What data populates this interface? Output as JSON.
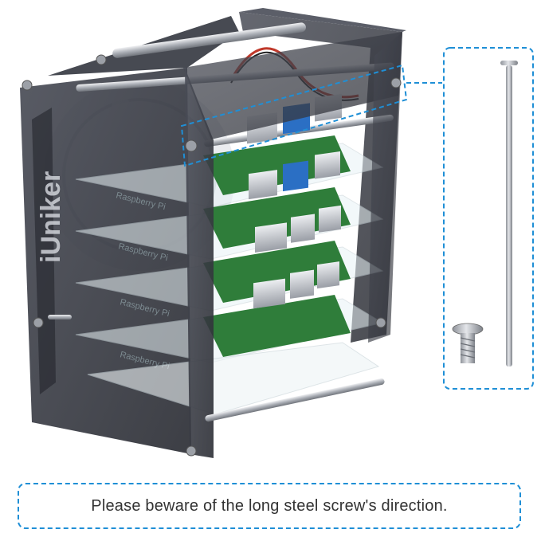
{
  "photo": {
    "subject": "stacked-board-case-with-fan",
    "case_logo": "iUniker",
    "board_silkscreen": [
      "Raspberry Pi",
      "Raspberry Pi",
      "Raspberry Pi",
      "Raspberry Pi"
    ]
  },
  "inset": {
    "items": [
      "long-steel-screw",
      "short-screw"
    ]
  },
  "caption": {
    "text": "Please beware of the long steel screw's direction."
  },
  "colors": {
    "accent_dashed": "#1f8fd6",
    "acrylic_smoke": "#3a3d47",
    "pcb_green": "#2f7d3a",
    "steel": "#b9bcc2"
  }
}
